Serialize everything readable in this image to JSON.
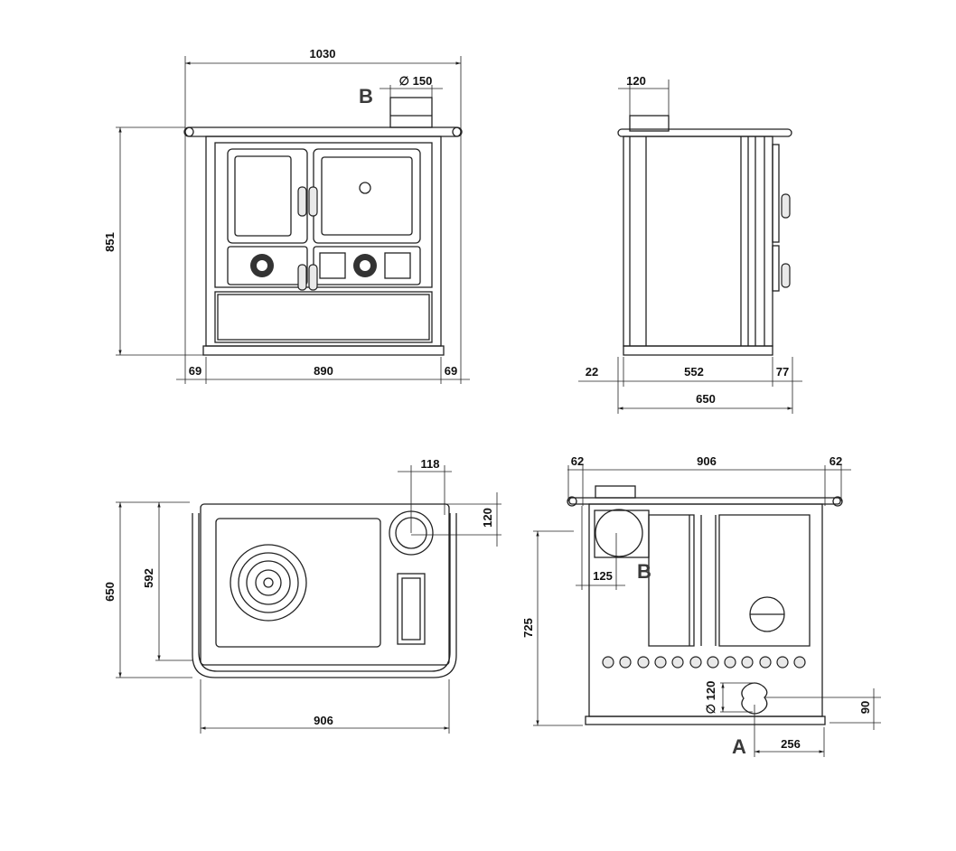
{
  "front_view": {
    "width_overall": "1030",
    "flue_label": "B",
    "flue_diameter": "∅ 150",
    "height": "851",
    "side_left": "69",
    "width_body": "890",
    "side_right": "69"
  },
  "side_view": {
    "flue_offset": "120",
    "rear_gap": "22",
    "depth_body": "552",
    "front_protrusion": "77",
    "depth_overall": "650"
  },
  "top_view": {
    "flue_offset_x": "118",
    "flue_offset_y": "120",
    "depth_overall": "650",
    "depth_body": "592",
    "width": "906"
  },
  "back_view": {
    "rail_left": "62",
    "width": "906",
    "rail_right": "62",
    "flue_label": "B",
    "flue_offset_x": "125",
    "flue_height": "725",
    "air_diameter": "∅ 120",
    "air_height": "90",
    "air_label": "A",
    "air_offset_x": "256"
  }
}
